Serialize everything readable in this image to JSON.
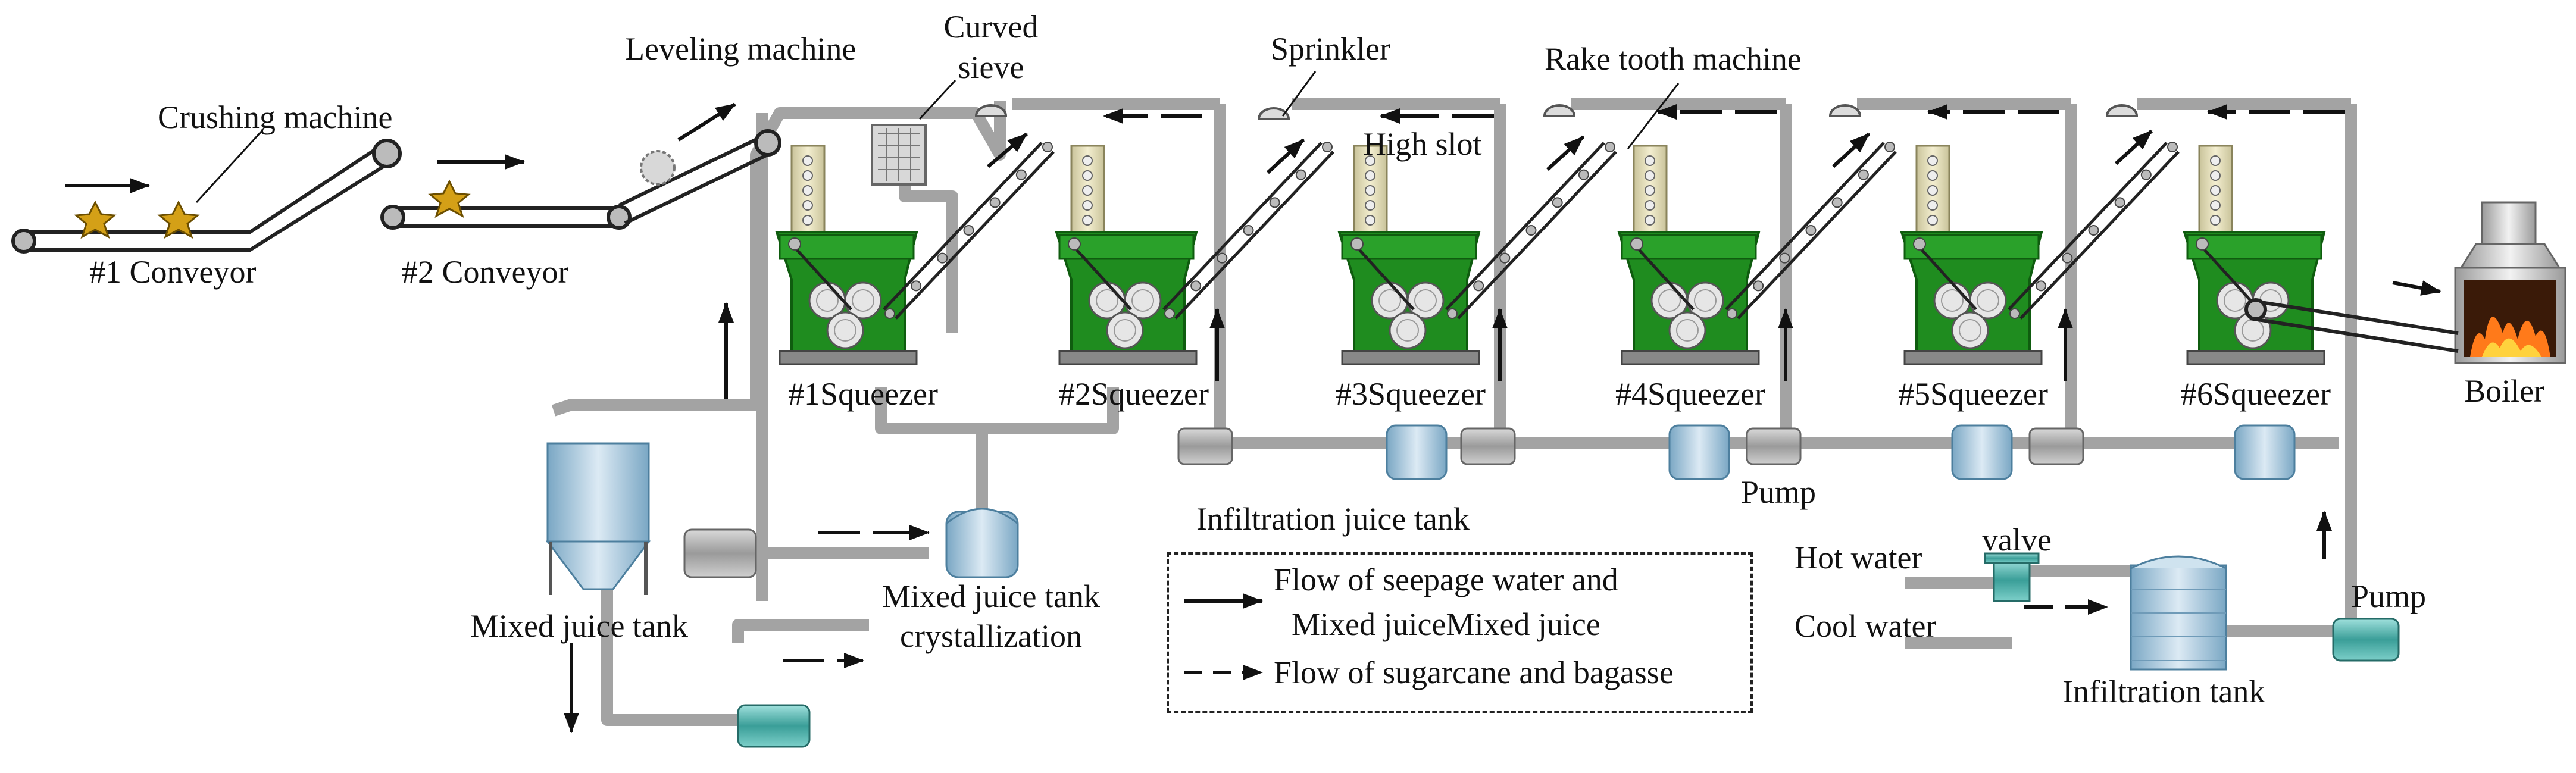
{
  "labels": {
    "crushing_machine": "Crushing machine",
    "leveling_machine": "Leveling machine",
    "curved_sieve_1": "Curved",
    "curved_sieve_2": "sieve",
    "sprinkler": "Sprinkler",
    "rake_tooth_machine": "Rake tooth machine",
    "high_slot": "High slot",
    "conveyor_1": "#1 Conveyor",
    "conveyor_2": "#2 Conveyor",
    "boiler": "Boiler",
    "infiltration_juice_tank": "Infiltration juice tank",
    "pump_mid": "Pump",
    "pump_right": "Pump",
    "mixed_juice_tank_left": "Mixed juice tank",
    "mixed_juice_tank_cryst_1": "Mixed juice tank",
    "mixed_juice_tank_cryst_2": "crystallization",
    "hot_water": "Hot water",
    "cool_water": "Cool water",
    "valve": "valve",
    "infiltration_tank": "Infiltration tank"
  },
  "squeezers": [
    "#1Squeezer",
    "#2Squeezer",
    "#3Squeezer",
    "#4Squeezer",
    "#5Squeezer",
    "#6Squeezer"
  ],
  "legend": {
    "solid_line_1": "Flow of seepage water and",
    "solid_line_2": "Mixed juiceMixed juice",
    "dashed_line": "Flow of sugarcane and bagasse"
  },
  "colors": {
    "squeezer_green": "#1f8c1f",
    "pipe_gray": "#a9a9a9",
    "tank_blue": "#aacbe0",
    "pump_teal": "#3fa6a0",
    "boiler_fire": "#ff7a1a"
  }
}
